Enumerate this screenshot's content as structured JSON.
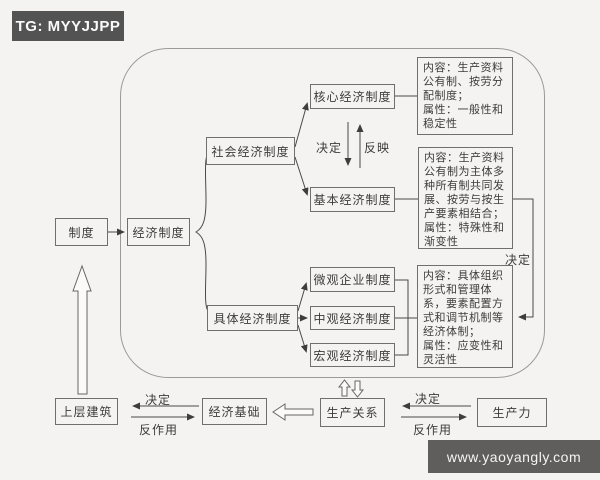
{
  "badge": {
    "label": "TG: MYYJJPP",
    "bg": "#535353"
  },
  "watermark": {
    "label": "www.yaoyangly.com",
    "bg": "#5f5e5c"
  },
  "colors": {
    "background": "#f4f3f1",
    "box_border": "#6f6f6f",
    "line": "#3d3d3d",
    "text": "#3c3c3c"
  },
  "nodes": {
    "zhidu": "制度",
    "jingji_zhidu": "经济制度",
    "shehui_jingji_zhidu": "社会经济制度",
    "hexin_jingji_zhidu": "核心经济制度",
    "jiben_jingji_zhidu": "基本经济制度",
    "juti_jingji_zhidu": "具体经济制度",
    "weiguan_qiye_zhidu": "微观企业制度",
    "zhongguan_jingji_zhidu": "中观经济制度",
    "hongguan_jingji_zhidu": "宏观经济制度",
    "shangceng_jianzhu": "上层建筑",
    "jingji_jichu": "经济基础",
    "shengchan_guanxi": "生产关系",
    "shengchanli": "生产力"
  },
  "content_boxes": {
    "hexin_detail": "内容：生产资料\n公有制、按劳分\n配制度；\n属性：一般性和\n稳定性",
    "jiben_detail": "内容：生产资料\n公有制为主体多\n种所有制共同发\n展、按劳与按生\n产要素相结合；\n属性：特殊性和\n渐变性",
    "juti_detail": "内容：具体组织\n形式和管理体\n系，要素配置方\n式和调节机制等\n经济体制；\n属性：应变性和\n灵活性"
  },
  "edge_labels": {
    "jueding_core": "决定",
    "fanying": "反映",
    "jueding_detail": "决定",
    "jueding_base": "决定",
    "fanzuoyong_base": "反作用",
    "jueding_force": "决定",
    "fanzuoyong_force": "反作用"
  }
}
